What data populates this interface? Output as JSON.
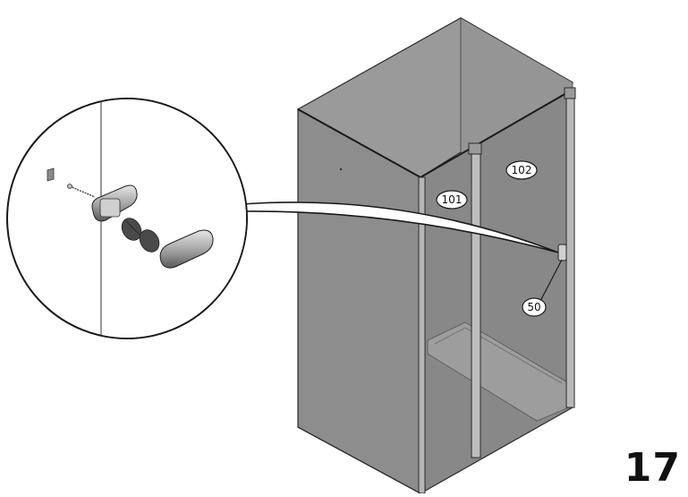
{
  "step": {
    "number": "17"
  },
  "callouts": [
    {
      "id": "door-panel-left",
      "label": "101"
    },
    {
      "id": "door-panel-right",
      "label": "102"
    },
    {
      "id": "handle",
      "label": "50"
    }
  ],
  "colors": {
    "glass": "#8a8a8a",
    "glass_dark": "#7a7a7a",
    "outline": "#2a2a2a",
    "frame": "#c8c8c8"
  }
}
